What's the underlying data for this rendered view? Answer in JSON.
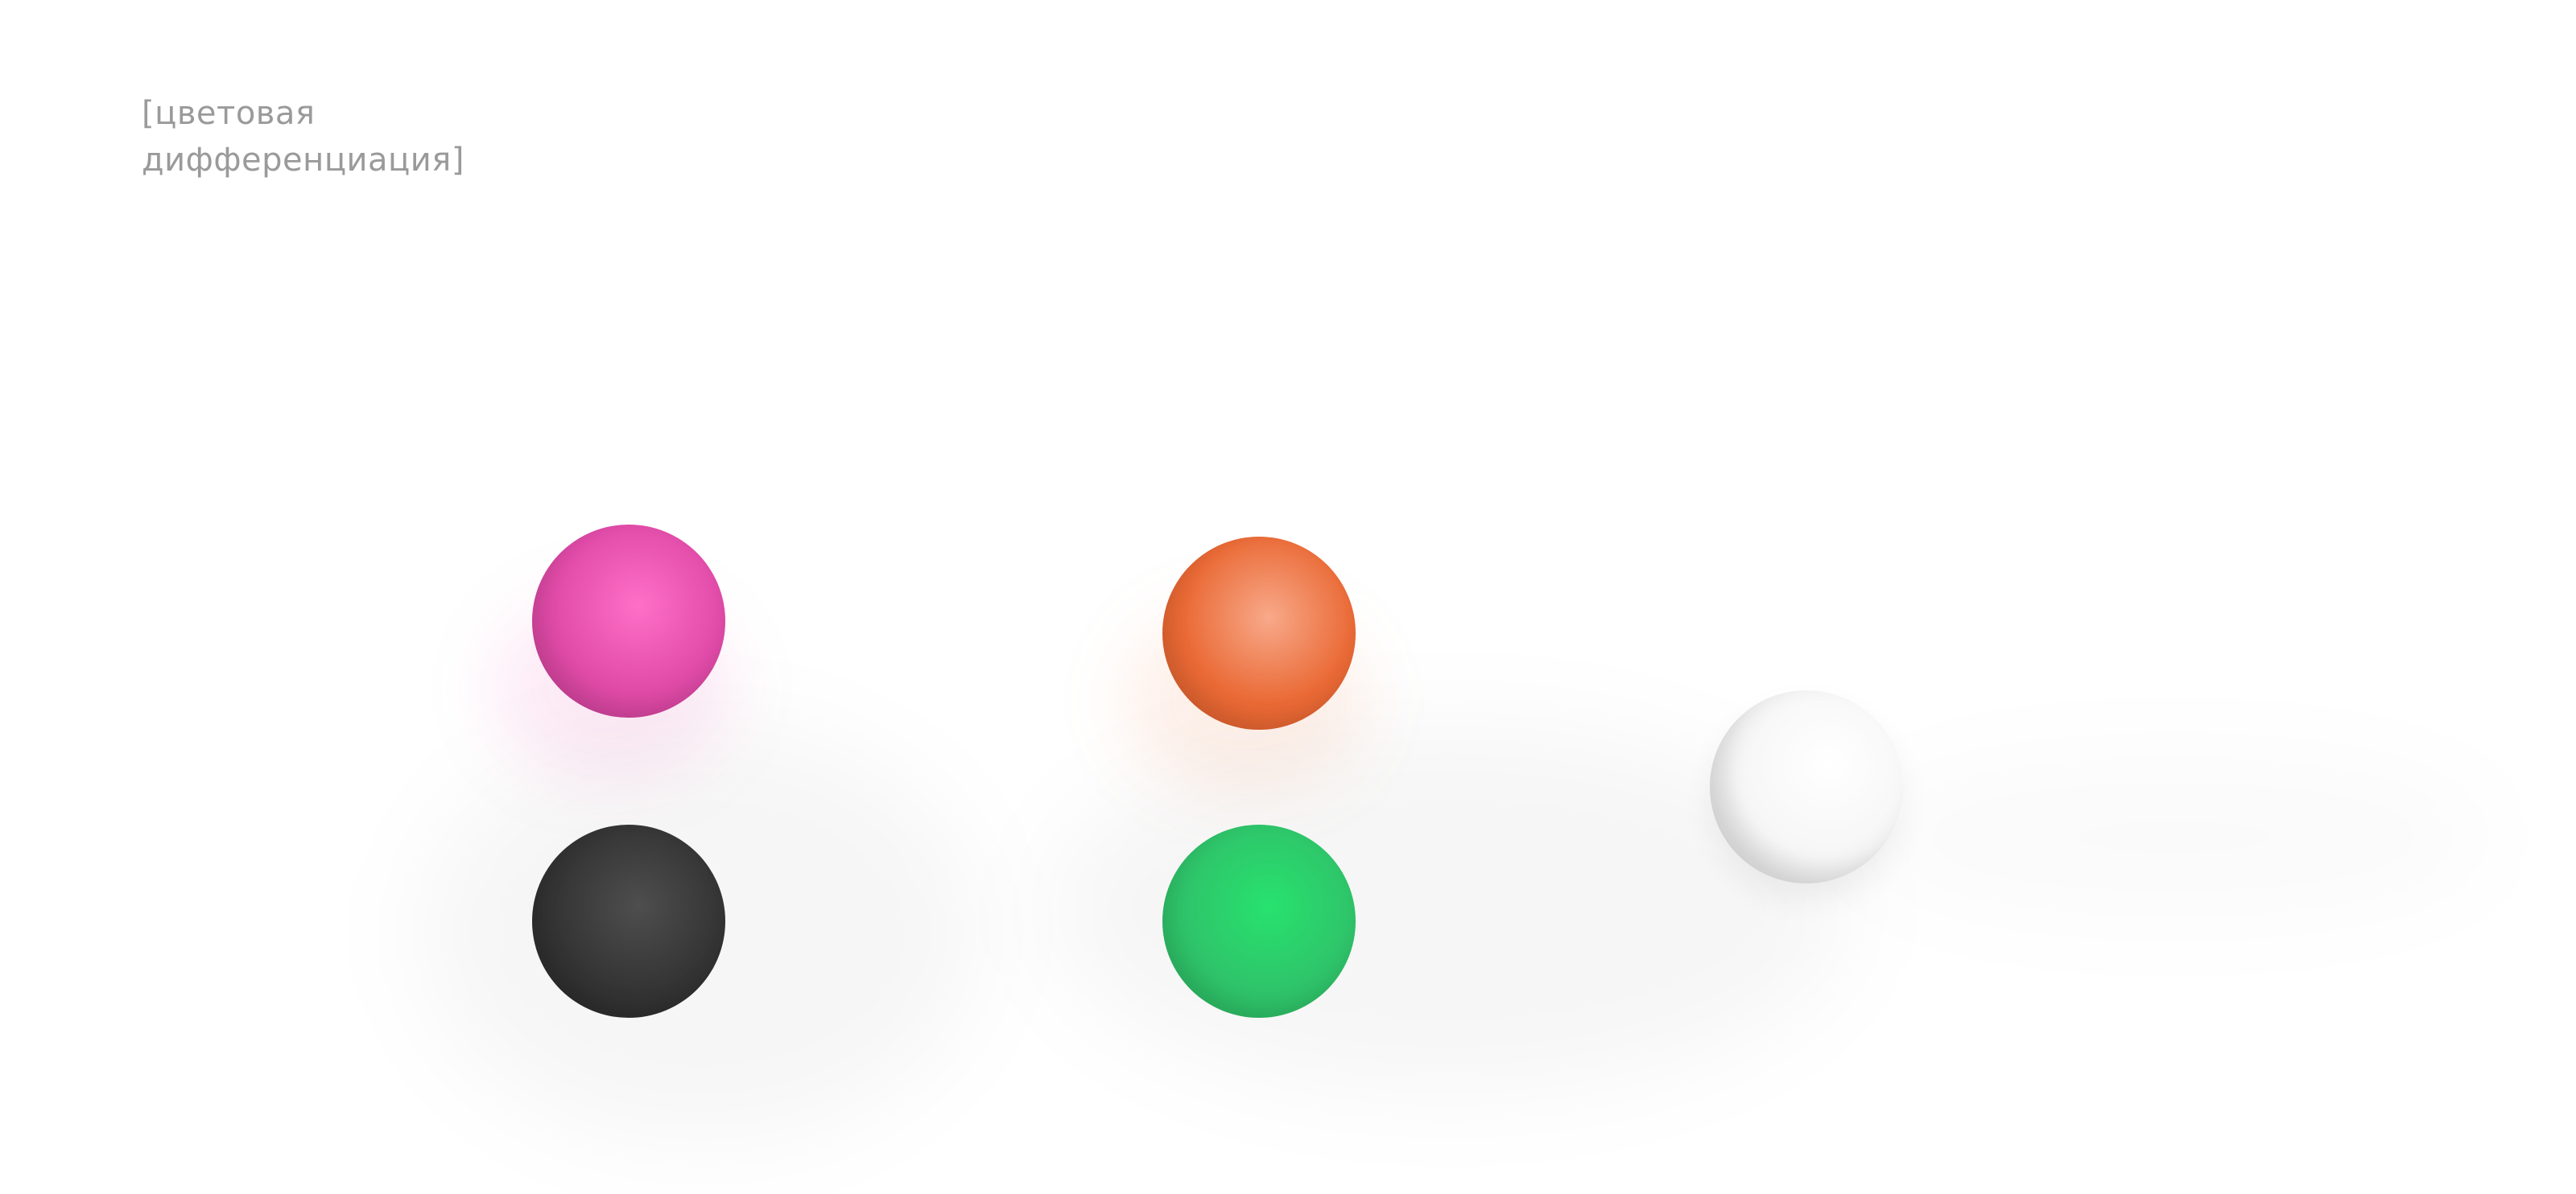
{
  "caption": {
    "line1": "[цветовая",
    "line2": "дифференциация]"
  },
  "spheres": [
    {
      "name": "pink-sphere",
      "color": "#e04ba8",
      "highlight": "#ff6fc8",
      "shade": "#c23a8e"
    },
    {
      "name": "orange-sphere",
      "color": "#ea6a36",
      "highlight": "#f8a98a",
      "shade": "#d85a28"
    },
    {
      "name": "white-sphere",
      "color": "#f6f6f6",
      "highlight": "#ffffff",
      "shade": "#d6d6d6"
    },
    {
      "name": "black-sphere",
      "color": "#343434",
      "highlight": "#4e4e4e",
      "shade": "#242424"
    },
    {
      "name": "green-sphere",
      "color": "#2fc46a",
      "highlight": "#27e26e",
      "shade": "#2ab05e"
    }
  ]
}
